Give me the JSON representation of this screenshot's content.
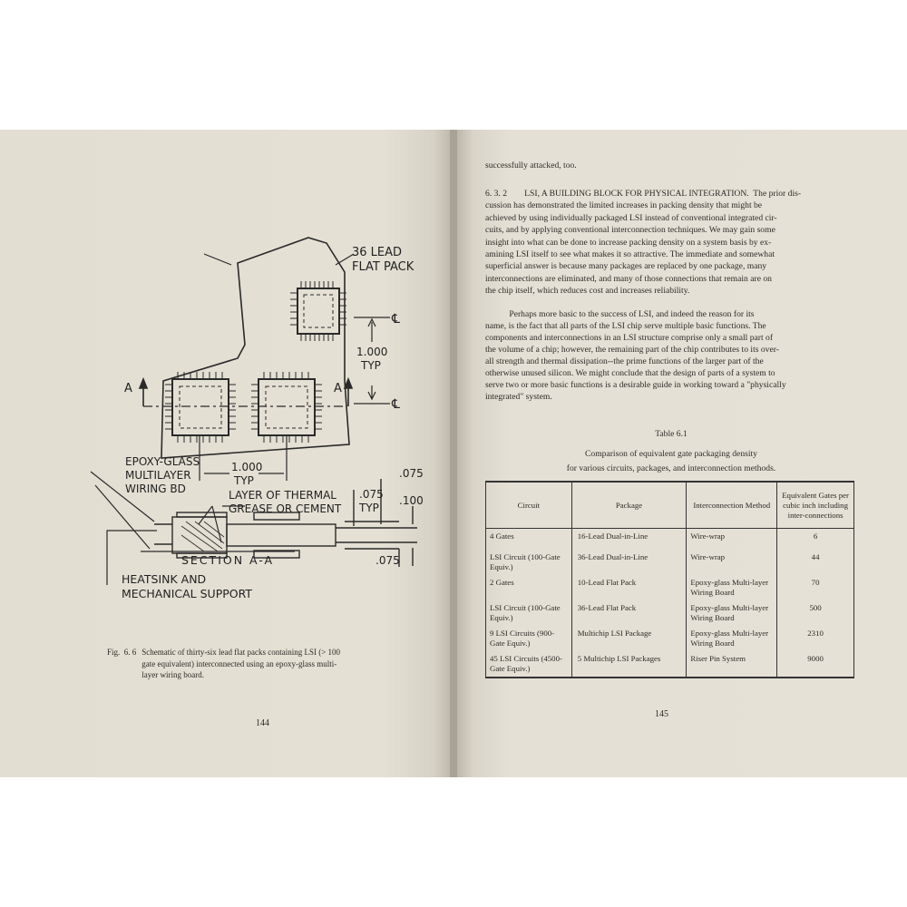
{
  "left_page": {
    "figure_labels": {
      "flat_pack": [
        "36 LEAD",
        "FLAT PACK"
      ],
      "dim_vertical": [
        "1.000",
        "TYP"
      ],
      "dim_horizontal": [
        "1.000",
        "TYP"
      ],
      "section_marker": "A",
      "centerline": "℄",
      "board": [
        "EPOXY-GLASS",
        "MULTILAYER",
        "WIRING BD"
      ],
      "thermal": [
        "LAYER OF THERMAL",
        "GREASE OR CEMENT"
      ],
      "dim_075_top": ".075",
      "dim_075_typ": [
        ".075",
        "TYP"
      ],
      "dim_100": ".100",
      "dim_075_bottom": ".075",
      "section": "SECTION A-A",
      "heatsink": [
        "HEATSINK AND",
        "MECHANICAL SUPPORT"
      ]
    },
    "caption": {
      "label": "Fig.  6. 6",
      "lines": [
        "Schematic of thirty-six lead flat packs containing LSI (> 100",
        "gate equivalent) interconnected using an epoxy-glass multi-",
        "layer wiring board."
      ]
    },
    "page_number": "144"
  },
  "right_page": {
    "continuation": "successfully attacked, too.",
    "section_lines": [
      "6. 3. 2        LSI, A BUILDING BLOCK FOR PHYSICAL INTEGRATION.  The prior dis-",
      "cussion has demonstrated the limited increases in packing density that might be",
      "achieved by using individually packaged LSI instead of conventional integrated cir-",
      "cuits, and by applying conventional interconnection techniques.  We may gain some",
      "insight into what can be done to increase packing density on a system basis by ex-",
      "amining LSI itself to see what makes it so attractive.  The immediate and somewhat",
      "superficial answer is because many packages are replaced by one package, many",
      "interconnections are eliminated, and many of those connections that remain are on",
      "the chip itself, which reduces cost and increases reliability."
    ],
    "paragraph2_lines": [
      "           Perhaps more basic to the success of LSI, and indeed the reason for its",
      "name, is the fact that all parts of the LSI chip serve multiple basic functions.  The",
      "components and interconnections in an LSI structure comprise only a small part of",
      "the volume of a chip; however, the remaining part of the chip contributes to its over-",
      "all strength and thermal dissipation--the prime functions of the larger part of the",
      "otherwise unused silicon.  We might conclude that the design of parts of a system to",
      "serve two or more basic functions is a desirable guide in working toward a \"physically",
      "integrated\" system."
    ],
    "table": {
      "title": "Table 6.1",
      "subtitle_lines": [
        "Comparison of equivalent gate packaging density",
        "for various circuits, packages, and interconnection methods."
      ],
      "headers": [
        "Circuit",
        "Package",
        "Interconnection Method",
        "Equivalent Gates per cubic inch including inter-connections"
      ],
      "rows": [
        [
          "4 Gates",
          "16-Lead Dual-in-Line",
          "Wire-wrap",
          "6"
        ],
        [
          "LSI Circuit (100-Gate Equiv.)",
          "36-Lead Dual-in-Line",
          "Wire-wrap",
          "44"
        ],
        [
          "2 Gates",
          "10-Lead Flat Pack",
          "Epoxy-glass Multi-layer Wiring Board",
          "70"
        ],
        [
          "LSI Circuit (100-Gate Equiv.)",
          "36-Lead Flat Pack",
          "Epoxy-glass Multi-layer Wiring Board",
          "500"
        ],
        [
          "9 LSI Circuits (900-Gate Equiv.)",
          "Multichip LSI Package",
          "Epoxy-glass Multi-layer Wiring Board",
          "2310"
        ],
        [
          "45 LSI Circuits (4500-Gate Equiv.)",
          "5 Multichip LSI Packages",
          "Riser Pin System",
          "9000"
        ]
      ]
    },
    "page_number": "145"
  }
}
